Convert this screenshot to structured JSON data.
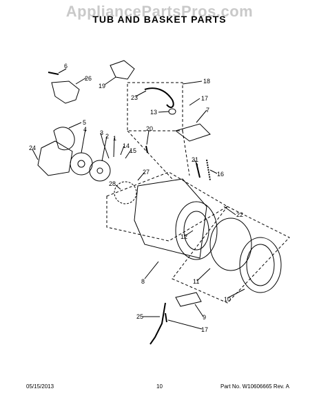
{
  "watermark": "AppliancePartsPros.com",
  "title": "TUB AND BASKET PARTS",
  "footer": {
    "date": "05/15/2013",
    "page": "10",
    "part": "Part No. W10606665  Rev. A"
  },
  "callouts": [
    "6",
    "26",
    "19",
    "18",
    "23",
    "17",
    "7",
    "13",
    "5",
    "4",
    "3",
    "2",
    "1",
    "20",
    "14",
    "15",
    "24",
    "21",
    "16",
    "27",
    "28",
    "22",
    "12",
    "8",
    "11",
    "10",
    "9",
    "25",
    "17"
  ]
}
